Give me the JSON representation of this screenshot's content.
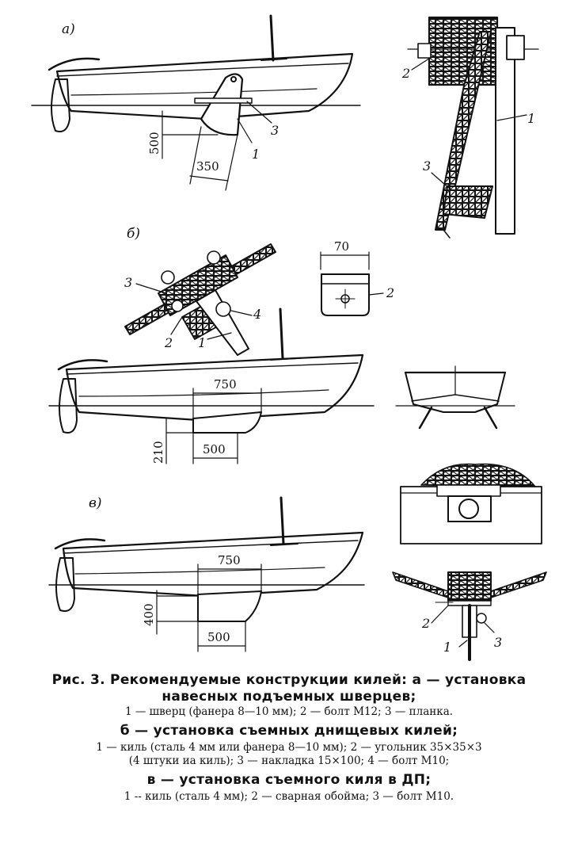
{
  "sections": {
    "a": {
      "marker": "а)",
      "dims": {
        "depth": "500",
        "width": "350"
      },
      "labels": {
        "l1": "1",
        "l3": "3"
      },
      "detail_labels": {
        "l1": "1",
        "l2": "2",
        "l3": "3"
      }
    },
    "b": {
      "marker": "б)",
      "dims": {
        "top": "750",
        "bottom": "500",
        "depth": "210",
        "bracket": "70"
      },
      "labels": {
        "l1": "1",
        "l2": "2",
        "l3": "3",
        "l4": "4",
        "bracket": "2"
      }
    },
    "v": {
      "marker": "в)",
      "dims": {
        "top": "750",
        "bottom": "500",
        "depth": "400"
      },
      "detail_labels": {
        "l1": "1",
        "l2": "2",
        "l3": "3"
      }
    }
  },
  "caption": {
    "title_line1": "Рис.  3.  Рекомендуемые  конструкции  килей:  а — установка",
    "title_line2": "навесных  подъемных  шверцев;",
    "a_desc": "1 — шверц  (фанера 8—10  мм);  2 — болт  М12;  3 — планка.",
    "b_head": "б — установка  съемных  днищевых  килей;",
    "b_desc1": "1 — киль  (сталь  4  мм  или  фанера  8—10  мм);  2 — угольник  35×35×3",
    "b_desc2": "(4  штуки  иа  киль);  3 — накладка  15×100;  4 — болт  М10;",
    "v_head": "в — установка  съемного  киля  в  ДП;",
    "v_desc": "1 -- киль  (сталь  4  мм);  2 — сварная  обойма;  3 — болт  М10."
  }
}
